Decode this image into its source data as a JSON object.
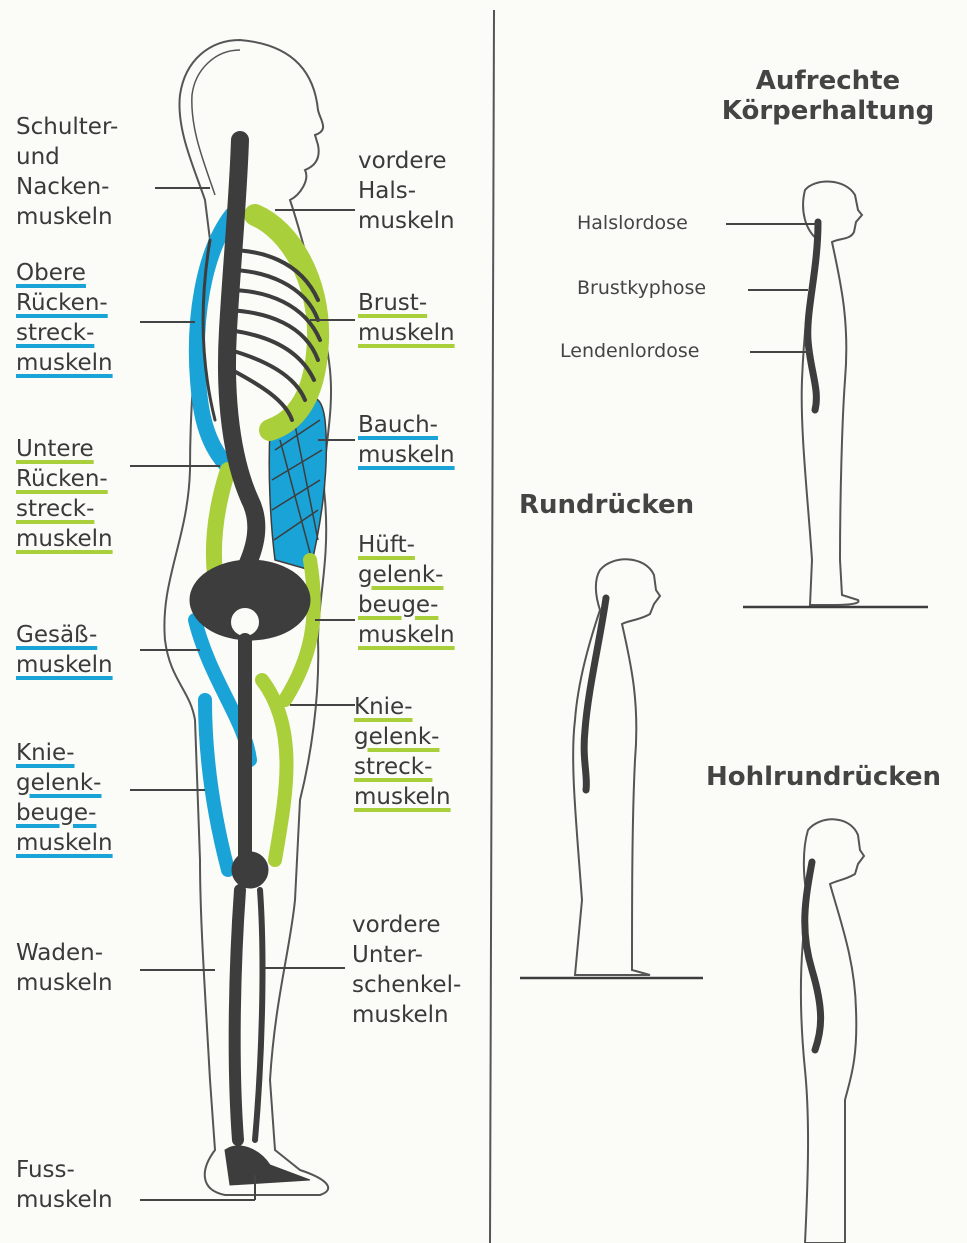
{
  "colors": {
    "blue_muscle": "#1aa3d6",
    "green_muscle": "#a9cf3a",
    "bone": "#3d3d3d",
    "outline": "#555555"
  },
  "left_labels": [
    {
      "id": "schulter",
      "lines": [
        "Schulter-",
        "und",
        "Nacken-",
        "muskeln"
      ],
      "underline": "none"
    },
    {
      "id": "obere",
      "lines": [
        "Obere",
        "Rücken-",
        "streck-",
        "muskeln"
      ],
      "underline": "blue"
    },
    {
      "id": "untere",
      "lines": [
        "Untere",
        "Rücken-",
        "streck-",
        "muskeln"
      ],
      "underline": "green"
    },
    {
      "id": "gesaess",
      "lines": [
        "Gesäß-",
        "muskeln"
      ],
      "underline": "blue"
    },
    {
      "id": "kniebeuge",
      "lines": [
        "Knie-",
        "gelenk-",
        "beuge-",
        "muskeln"
      ],
      "underline": "blue"
    },
    {
      "id": "waden",
      "lines": [
        "Waden-",
        "muskeln"
      ],
      "underline": "none"
    },
    {
      "id": "fuss",
      "lines": [
        "Fuss-",
        "muskeln"
      ],
      "underline": "none"
    }
  ],
  "right_labels": [
    {
      "id": "hals",
      "lines": [
        "vordere",
        "Hals-",
        "muskeln"
      ],
      "underline": "none"
    },
    {
      "id": "brust",
      "lines": [
        "Brust-",
        "muskeln"
      ],
      "underline": "green"
    },
    {
      "id": "bauch",
      "lines": [
        "Bauch-",
        "muskeln"
      ],
      "underline": "blue"
    },
    {
      "id": "hueft",
      "lines": [
        "Hüft-",
        "gelenk-",
        "beuge-",
        "muskeln"
      ],
      "underline": "green"
    },
    {
      "id": "kniestreck",
      "lines": [
        "Knie-",
        "gelenk-",
        "streck-",
        "muskeln"
      ],
      "underline": "green"
    },
    {
      "id": "unterschenkel",
      "lines": [
        "vordere",
        "Unter-",
        "schenkel-",
        "muskeln"
      ],
      "underline": "none"
    }
  ],
  "posture": {
    "upright_title": [
      "Aufrechte",
      "Körperhaltung"
    ],
    "spine_labels": [
      "Halslordose",
      "Brustkyphose",
      "Lendenlordose"
    ],
    "round_title": "Rundrücken",
    "hollow_title": "Hohlrundrücken"
  }
}
